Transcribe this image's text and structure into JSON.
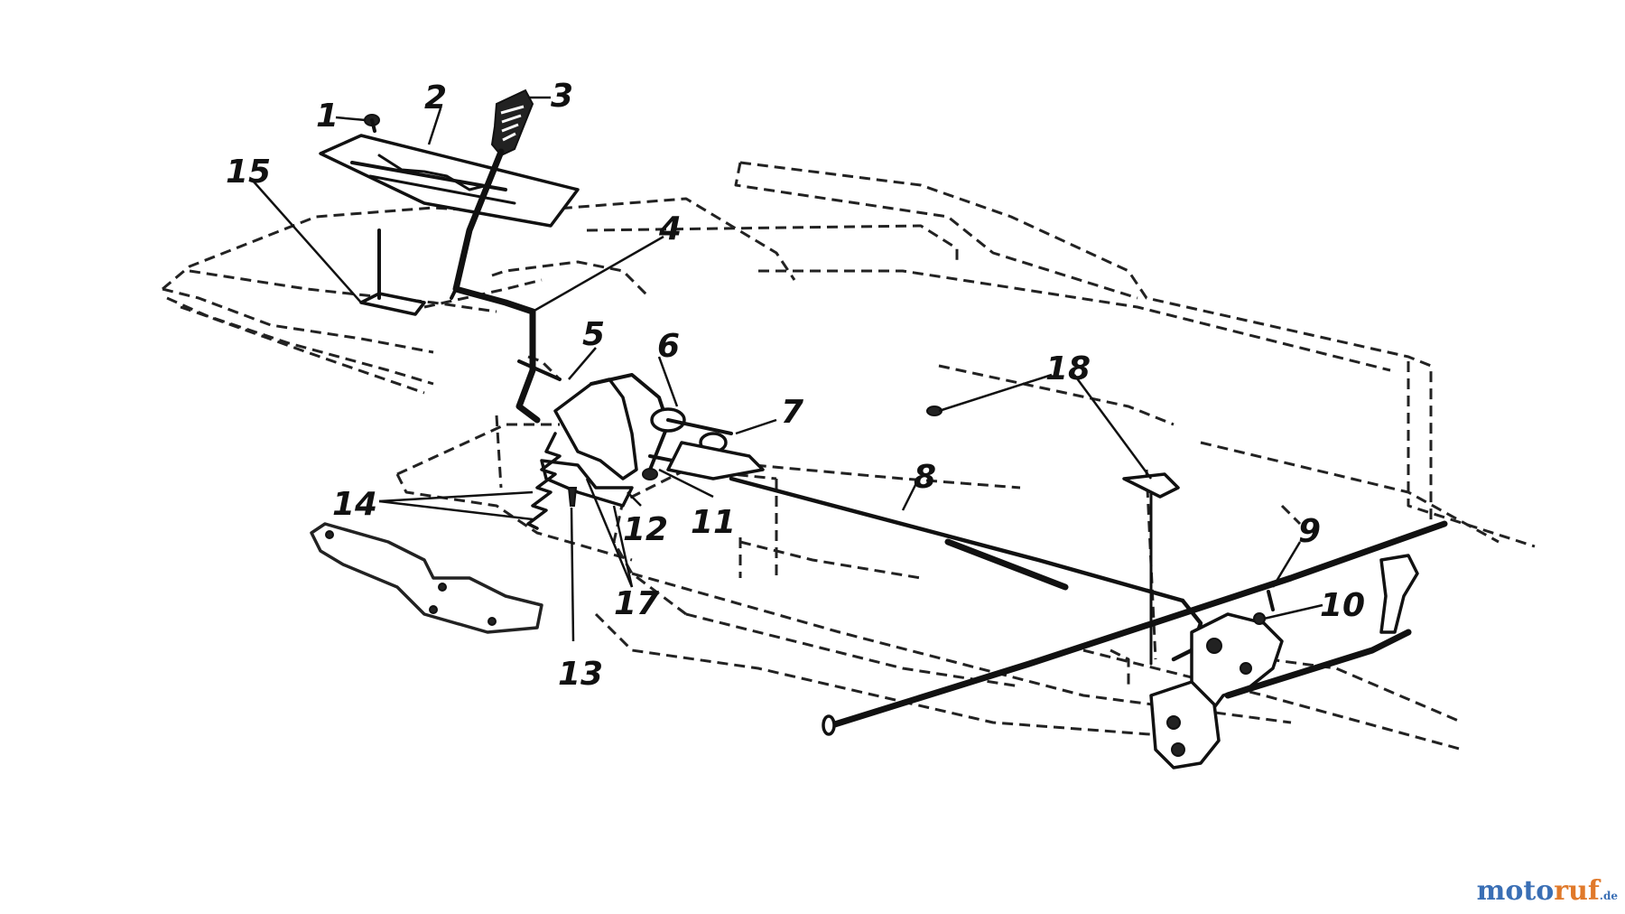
{
  "diagram": {
    "callouts": [
      "1",
      "2",
      "3",
      "4",
      "5",
      "6",
      "7",
      "8",
      "9",
      "10",
      "11",
      "12",
      "13",
      "14",
      "15",
      "17",
      "18"
    ]
  },
  "watermark": {
    "part1": "moto",
    "part2": "ruf",
    "part3": ".de"
  }
}
